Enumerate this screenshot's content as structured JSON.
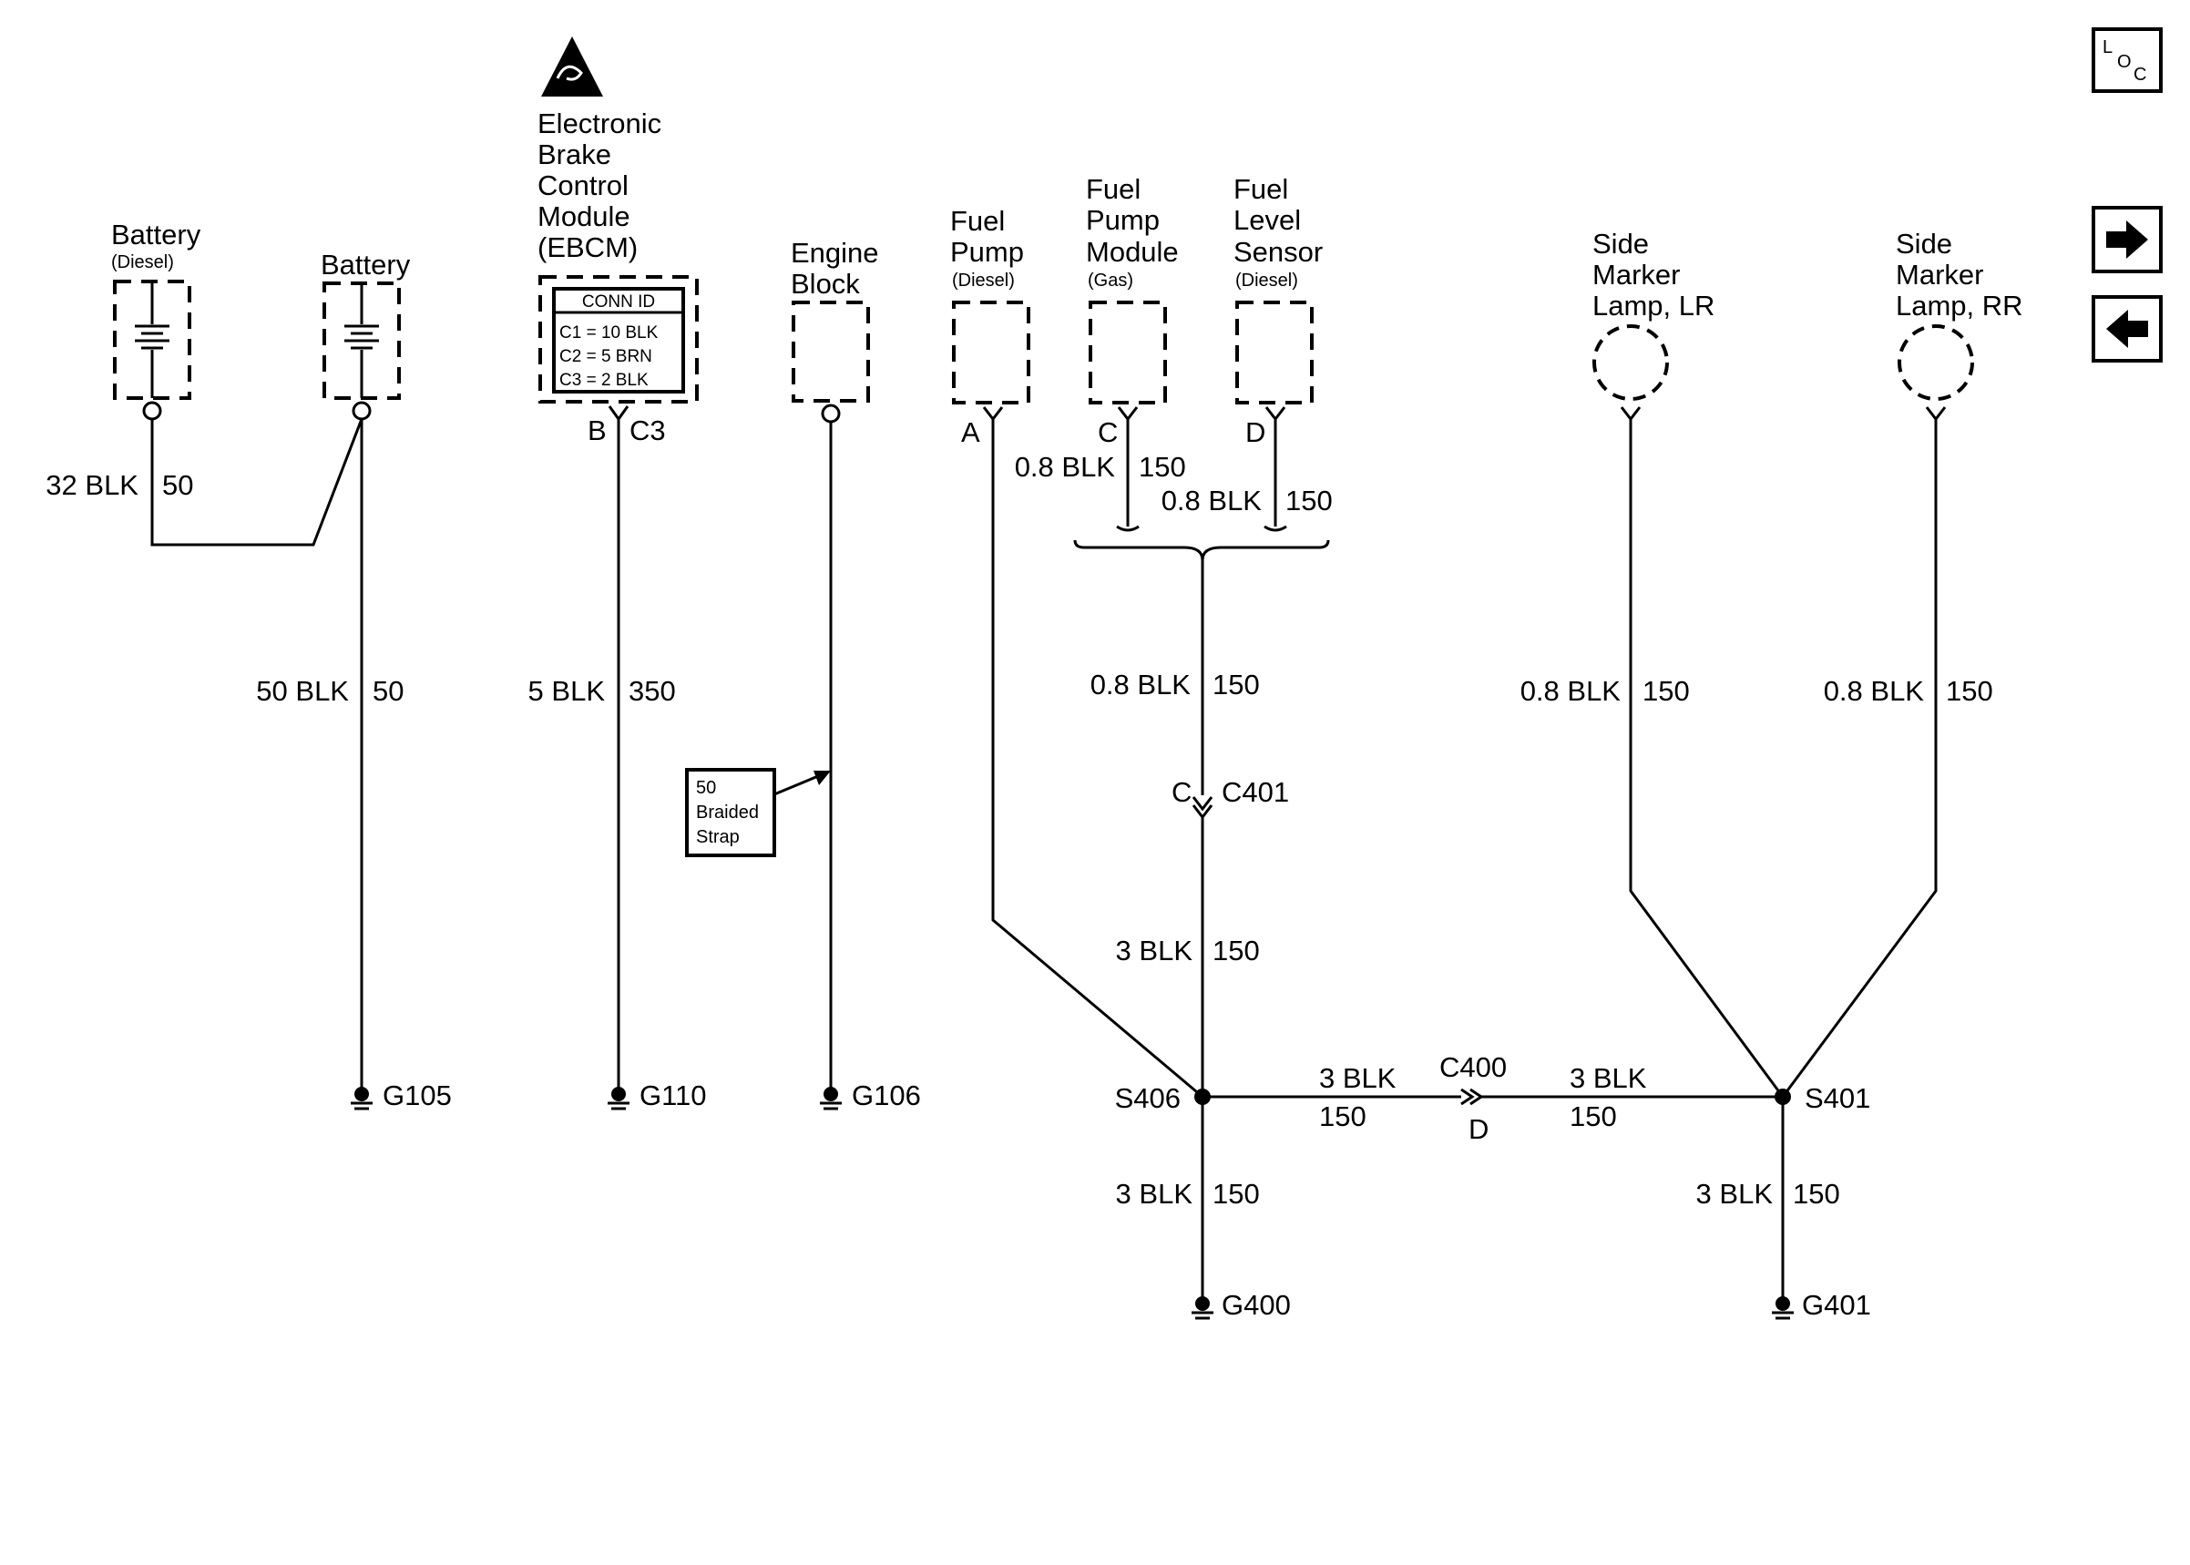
{
  "components": {
    "battery_diesel": {
      "title": "Battery",
      "sub": "(Diesel)"
    },
    "battery": {
      "title": "Battery"
    },
    "ebcm": {
      "title_lines": [
        "Electronic",
        "Brake",
        "Control",
        "Module",
        "(EBCM)"
      ],
      "conn_header": "CONN ID",
      "conn_rows": [
        "C1 = 10 BLK",
        "C2 = 5 BRN",
        "C3 = 2 BLK"
      ]
    },
    "engine_block": {
      "title_lines": [
        "Engine",
        "Block"
      ]
    },
    "fuel_pump": {
      "title_lines": [
        "Fuel",
        "Pump"
      ],
      "sub": "(Diesel)"
    },
    "fuel_pump_module": {
      "title_lines": [
        "Fuel",
        "Pump",
        "Module"
      ],
      "sub": "(Gas)"
    },
    "fuel_level_sensor": {
      "title_lines": [
        "Fuel",
        "Level",
        "Sensor"
      ],
      "sub": "(Diesel)"
    },
    "side_marker_lr": {
      "title_lines": [
        "Side",
        "Marker",
        "Lamp, LR"
      ]
    },
    "side_marker_rr": {
      "title_lines": [
        "Side",
        "Marker",
        "Lamp, RR"
      ]
    }
  },
  "pins": {
    "ebcm_b": "B",
    "ebcm_c3": "C3",
    "fuel_pump_a": "A",
    "fpm_c": "C",
    "fls_d": "D",
    "c401_c": "C",
    "c401": "C401",
    "c400": "C400",
    "c400_d": "D"
  },
  "wires": {
    "w32": {
      "size": "32 BLK",
      "circuit": "50"
    },
    "w50": {
      "size": "50 BLK",
      "circuit": "50"
    },
    "w5": {
      "size": "5 BLK",
      "circuit": "350"
    },
    "fpm": {
      "size": "0.8 BLK",
      "circuit": "150"
    },
    "fls": {
      "size": "0.8 BLK",
      "circuit": "150"
    },
    "merged": {
      "size": "0.8 BLK",
      "circuit": "150"
    },
    "c401_s406": {
      "size": "3 BLK",
      "circuit": "150"
    },
    "lr": {
      "size": "0.8 BLK",
      "circuit": "150"
    },
    "rr": {
      "size": "0.8 BLK",
      "circuit": "150"
    },
    "s406_c400": {
      "size": "3 BLK",
      "circuit": "150"
    },
    "c400_s401": {
      "size": "3 BLK",
      "circuit": "150"
    },
    "s406_g400": {
      "size": "3 BLK",
      "circuit": "150"
    },
    "s401_g401": {
      "size": "3 BLK",
      "circuit": "150"
    }
  },
  "strap_note": [
    "50",
    "Braided",
    "Strap"
  ],
  "splices": {
    "s406": "S406",
    "s401": "S401"
  },
  "grounds": {
    "g105": "G105",
    "g110": "G110",
    "g106": "G106",
    "g400": "G400",
    "g401": "G401"
  },
  "nav": {
    "loc_l": "L",
    "loc_o": "O",
    "loc_c": "C",
    "next_icon": "arrow-right-icon",
    "prev_icon": "arrow-left-icon"
  }
}
